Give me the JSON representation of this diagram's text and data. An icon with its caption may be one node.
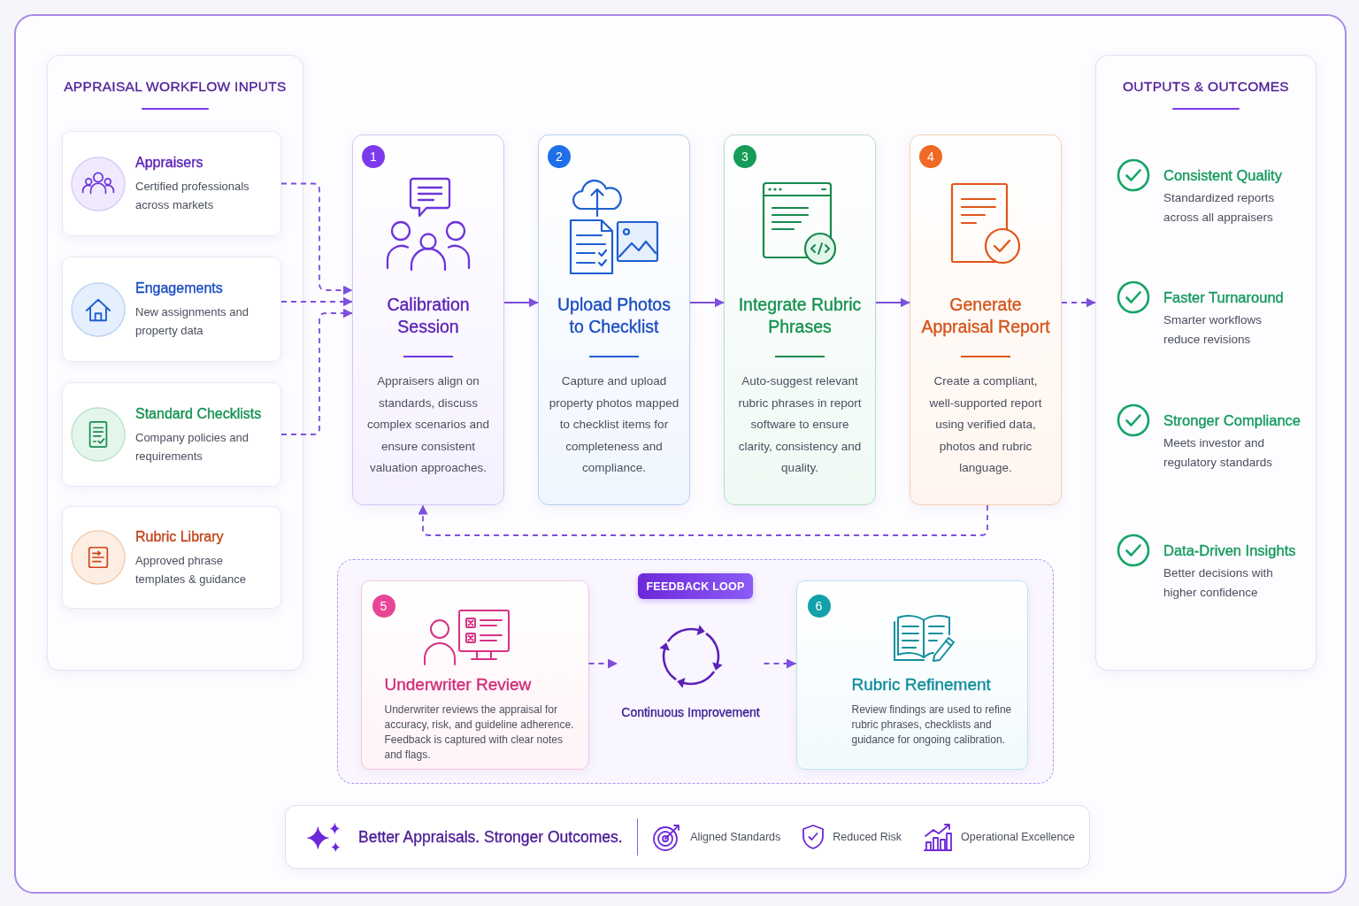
{
  "diagram": {
    "nodes": [
      {
        "text": [
          "APPRAISAL WORKFLOW INPUTS"
        ]
      },
      {
        "text": [
          "Appraisers",
          "Certified professionals across markets"
        ],
        "in": 0
      },
      {
        "text": [
          "Engagements",
          "New assignments and property data"
        ],
        "in": 0
      },
      {
        "text": [
          "Standard Checklists",
          "Company policies and requirements"
        ],
        "in": 0
      },
      {
        "text": [
          "Rubric Library",
          "Approved phrase templates & guidance"
        ],
        "in": 0
      },
      {
        "text": [
          "1",
          "Calibration Session",
          "Appraisers align on standards, discuss complex scenarios and ensure consistent valuation approaches."
        ]
      },
      {
        "text": [
          "2",
          "Upload Photos to Checklist",
          "Capture and upload property photos mapped to checklist items for completeness and compliance."
        ]
      },
      {
        "text": [
          "3",
          "Integrate Rubric Phrases",
          "Auto-suggest relevant rubric phrases in report software to ensure clarity, consistency and quality."
        ]
      },
      {
        "text": [
          "4",
          "Generate Appraisal Report",
          "Create a compliant, well-supported report using verified data, photos and rubric language."
        ]
      },
      {
        "text": [
          "OUTPUTS & OUTCOMES",
          "Consistent Quality",
          "Standardized reports across all appraisers",
          "Faster Turnaround",
          "Smarter workflows reduce revisions",
          "Stronger Compliance",
          "Meets investor and regulatory standards",
          "Data-Driven Insights",
          "Better decisions with higher confidence"
        ]
      },
      {
        "text": [
          "FEEDBACK LOOP"
        ]
      },
      {
        "text": [
          "5",
          "Underwriter Review",
          "Underwriter reviews the appraisal for accuracy, risk, and guideline adherence. Feedback is captured with clear notes and flags."
        ],
        "in": 10
      },
      {
        "text": [
          "Continuous Improvement"
        ],
        "in": 10
      },
      {
        "text": [
          "6",
          "Rubric Refinement",
          "Review findings are used to refine rubric phrases, checklists and guidance for ongoing calibration."
        ],
        "in": 10
      },
      {
        "text": [
          "Better Appraisals. Stronger Outcomes.",
          "Aligned Standards",
          "Reduced Risk",
          "Operational Excellence"
        ]
      }
    ],
    "edges": [
      {
        "from": 1,
        "to": 5,
        "arrow": "to",
        "style": "dashed"
      },
      {
        "from": 2,
        "to": 5,
        "arrow": "to",
        "style": "dashed"
      },
      {
        "from": 3,
        "to": 5,
        "arrow": "to",
        "style": "dashed"
      },
      {
        "from": 5,
        "to": 6,
        "arrow": "to"
      },
      {
        "from": 6,
        "to": 7,
        "arrow": "to"
      },
      {
        "from": 7,
        "to": 8,
        "arrow": "to"
      },
      {
        "from": 8,
        "to": 9,
        "arrow": "to",
        "style": "dashed"
      },
      {
        "from": 8,
        "to": 5,
        "arrow": "to",
        "style": "dashed"
      },
      {
        "from": 11,
        "to": 12,
        "arrow": "to",
        "style": "dashed"
      },
      {
        "from": 12,
        "to": 13,
        "arrow": "to",
        "style": "dashed"
      }
    ]
  }
}
